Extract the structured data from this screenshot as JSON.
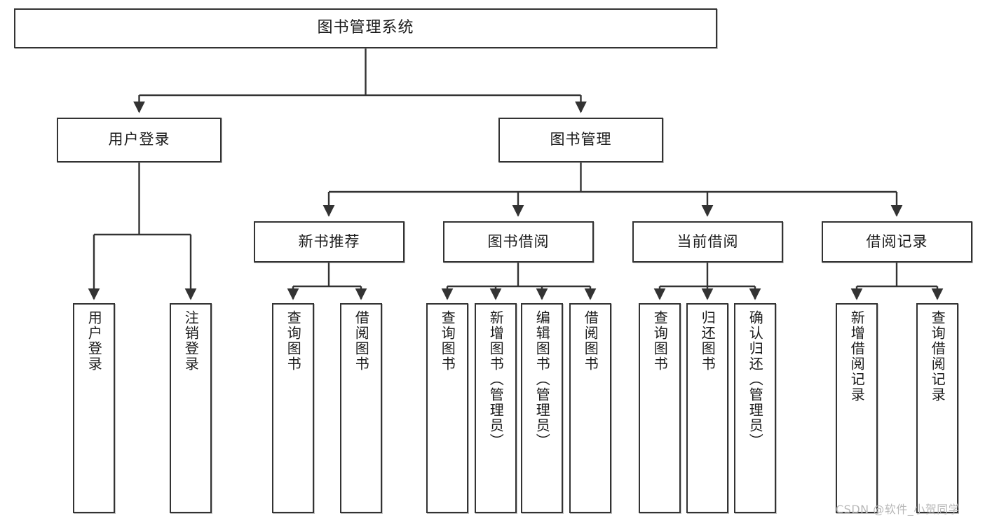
{
  "diagram": {
    "title": "图书管理系统",
    "type": "tree-hierarchy",
    "watermark": "CSDN @软件_小贺同学",
    "colors": {
      "stroke": "#333333",
      "fill": "#ffffff",
      "text": "#1a1a1a",
      "watermark": "#b8b8b8"
    },
    "nodes": {
      "root": {
        "label": "图书管理系统"
      },
      "level2": [
        {
          "id": "user-login",
          "label": "用户登录"
        },
        {
          "id": "book-manage",
          "label": "图书管理"
        }
      ],
      "level3": [
        {
          "id": "new-book-recommend",
          "label": "新书推荐"
        },
        {
          "id": "book-borrow",
          "label": "图书借阅"
        },
        {
          "id": "current-borrow",
          "label": "当前借阅"
        },
        {
          "id": "borrow-record",
          "label": "借阅记录"
        }
      ],
      "leaves": {
        "user-login": [
          {
            "id": "leaf-user-login",
            "label": "用户登录"
          },
          {
            "id": "leaf-user-logout",
            "label": "注销登录"
          }
        ],
        "new-book-recommend": [
          {
            "id": "leaf-query-book-1",
            "label": "查询图书"
          },
          {
            "id": "leaf-borrow-book-1",
            "label": "借阅图书"
          }
        ],
        "book-borrow": [
          {
            "id": "leaf-query-book-2",
            "label": "查询图书"
          },
          {
            "id": "leaf-add-book",
            "label": "新增图书（管理员）"
          },
          {
            "id": "leaf-edit-book",
            "label": "编辑图书（管理员）"
          },
          {
            "id": "leaf-borrow-book-2",
            "label": "借阅图书"
          }
        ],
        "current-borrow": [
          {
            "id": "leaf-query-book-3",
            "label": "查询图书"
          },
          {
            "id": "leaf-return-book",
            "label": "归还图书"
          },
          {
            "id": "leaf-confirm-return",
            "label": "确认归还（管理员）"
          }
        ],
        "borrow-record": [
          {
            "id": "leaf-add-record",
            "label": "新增借阅记录"
          },
          {
            "id": "leaf-query-record",
            "label": "查询借阅记录"
          }
        ]
      }
    }
  }
}
